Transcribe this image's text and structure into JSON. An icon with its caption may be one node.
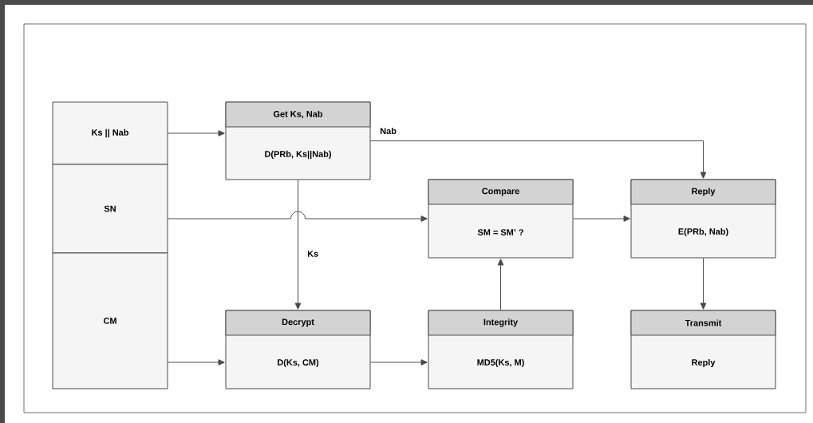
{
  "diagram": {
    "nodes": [
      {
        "text": [
          "Ks || Nab"
        ]
      },
      {
        "text": [
          "SN"
        ]
      },
      {
        "text": [
          "CM"
        ]
      },
      {
        "text": [
          "Get Ks, Nab",
          "D(PRb, Ks||Nab)"
        ]
      },
      {
        "text": [
          "Compare",
          "SM = SM’ ?"
        ]
      },
      {
        "text": [
          "Reply",
          "E(PRb, Nab)"
        ]
      },
      {
        "text": [
          "Decrypt",
          "D(Ks, CM)"
        ]
      },
      {
        "text": [
          "Integrity",
          "MD5(Ks, M)"
        ]
      },
      {
        "text": [
          "Transmit",
          "Reply"
        ]
      }
    ],
    "edges": [
      {
        "from": 0,
        "to": 3,
        "arrow": "to"
      },
      {
        "from": 3,
        "to": 5,
        "arrow": "to",
        "label": "Nab"
      },
      {
        "from": 1,
        "to": 4,
        "arrow": "to"
      },
      {
        "from": 3,
        "to": 6,
        "arrow": "to",
        "label": "Ks"
      },
      {
        "from": 2,
        "to": 6,
        "arrow": "to"
      },
      {
        "from": 6,
        "to": 7,
        "arrow": "to"
      },
      {
        "from": 7,
        "to": 4,
        "arrow": "to"
      },
      {
        "from": 4,
        "to": 5,
        "arrow": "to"
      },
      {
        "from": 5,
        "to": 8,
        "arrow": "to"
      }
    ]
  }
}
